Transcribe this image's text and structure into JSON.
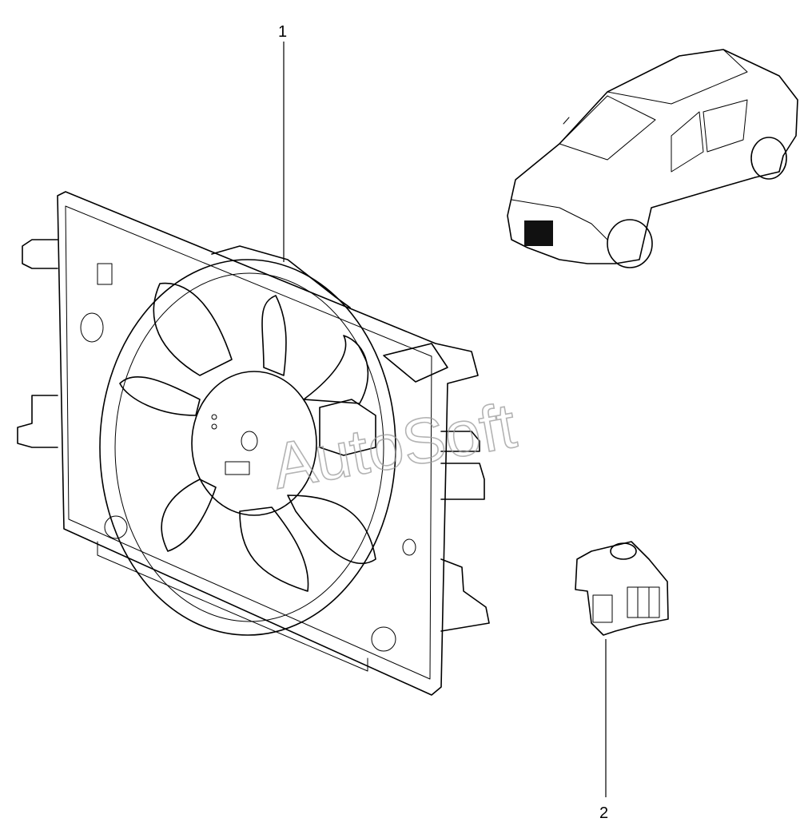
{
  "callouts": {
    "part_1": "1",
    "part_2": "2"
  },
  "watermark": "AutoSoft"
}
